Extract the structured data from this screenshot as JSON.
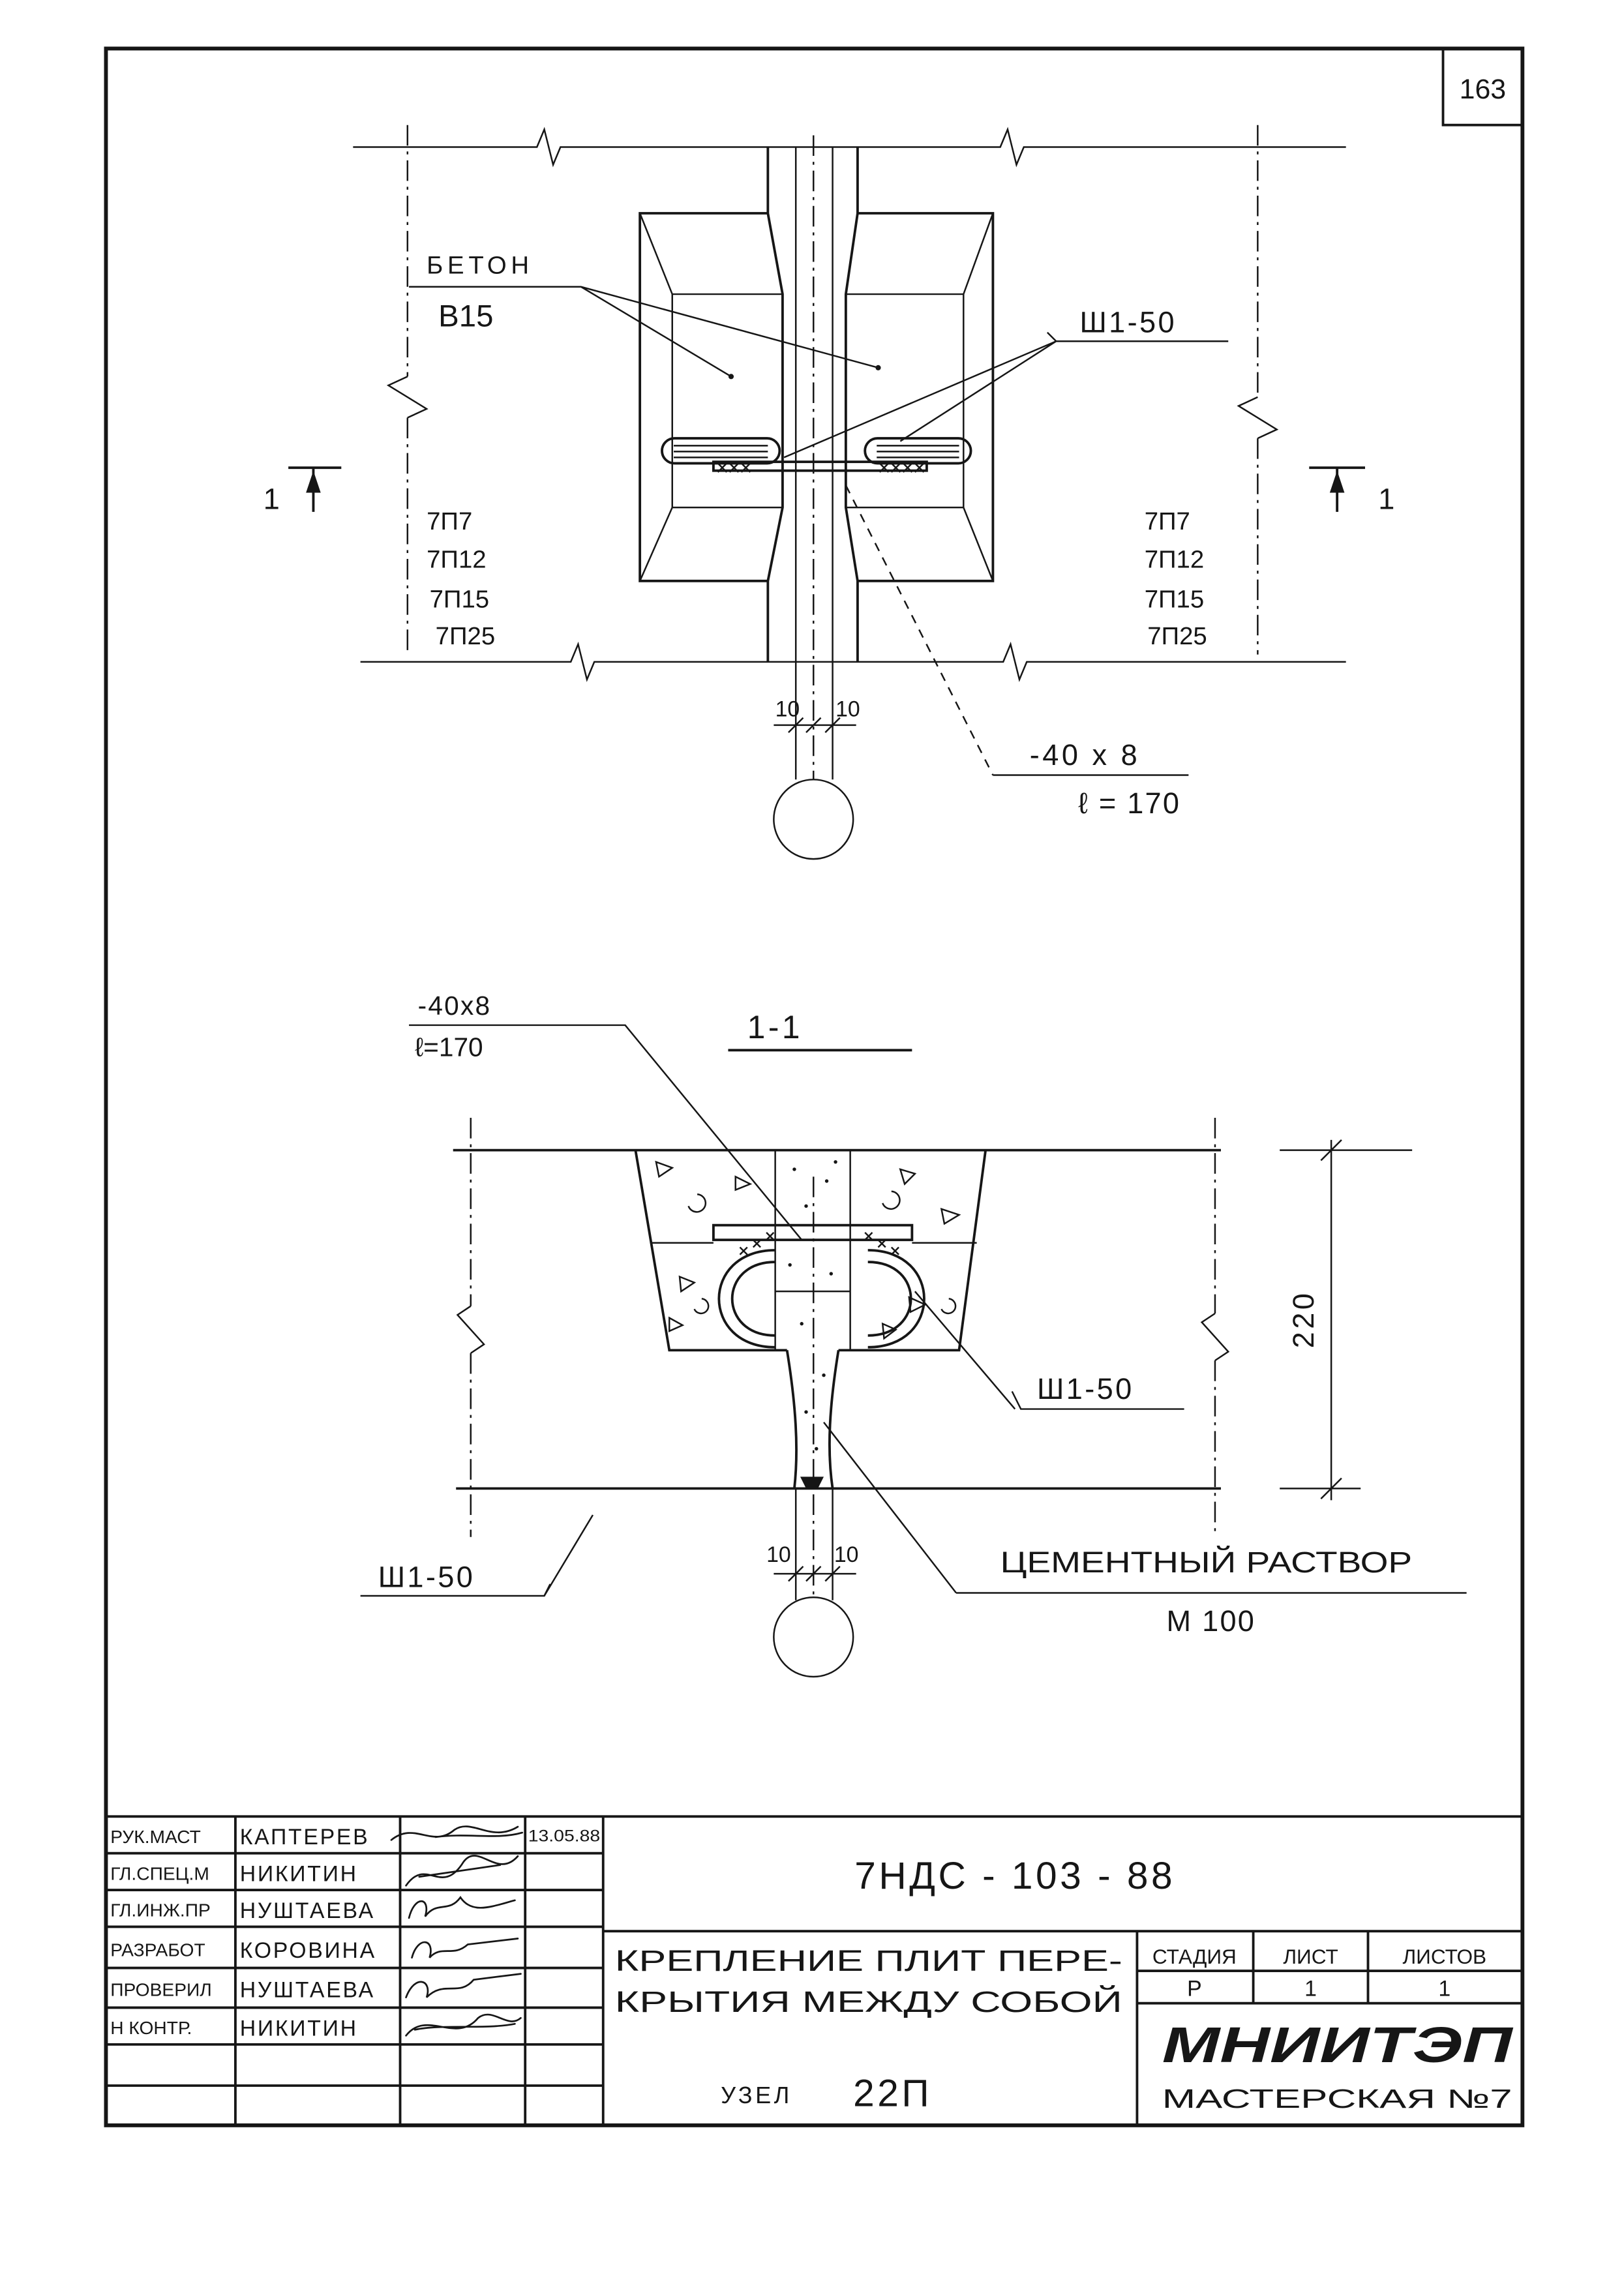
{
  "sheet": {
    "page_number": "163"
  },
  "plan": {
    "concrete_label": "БЕТОН",
    "concrete_class": "В15",
    "loop_label": "Ш1-50",
    "section_mark_left": "1",
    "section_mark_right": "1",
    "slabs_left": [
      "7П7",
      "7П12",
      "7П15",
      "7П25"
    ],
    "slabs_right": [
      "7П7",
      "7П12",
      "7П15",
      "7П25"
    ],
    "dim_left": "10",
    "dim_right": "10",
    "plate_size": "-40 х 8",
    "plate_length": "ℓ = 170"
  },
  "section": {
    "title": "1-1",
    "plate_size": "-40х8",
    "plate_length": "ℓ=170",
    "loop_label_right": "Ш1-50",
    "loop_label_left": "Ш1-50",
    "height_dim": "220",
    "dim_left": "10",
    "dim_right": "10",
    "mortar_label": "ЦЕМЕНТНЫЙ РАСТВОР",
    "mortar_grade": "М 100"
  },
  "title_block": {
    "rows": [
      {
        "role": "РУК.МАСТ",
        "name": "КАПТЕРЕВ",
        "date": "13.05.88"
      },
      {
        "role": "ГЛ.СПЕЦ.М",
        "name": "НИКИТИН"
      },
      {
        "role": "ГЛ.ИНЖ.ПР",
        "name": "НУШТАЕВА"
      },
      {
        "role": "РАЗРАБОТ",
        "name": "КОРОВИНА"
      },
      {
        "role": "ПРОВЕРИЛ",
        "name": "НУШТАЕВА"
      },
      {
        "role": "Н КОНТР.",
        "name": "НИКИТИН"
      }
    ],
    "document_code": "7НДС - 103 - 88",
    "title_lines": [
      "КРЕПЛЕНИЕ ПЛИТ ПЕРЕ-",
      "КРЫТИЯ МЕЖДУ СОБОЙ"
    ],
    "node_label": "УЗЕЛ",
    "node_number": "22П",
    "stage_header": "СТАДИЯ",
    "sheet_header": "ЛИСТ",
    "sheets_header": "ЛИСТОВ",
    "stage": "Р",
    "sheet": "1",
    "sheets": "1",
    "organization": "МНИИТЭП",
    "workshop": "МАСТЕРСКАЯ №7"
  }
}
